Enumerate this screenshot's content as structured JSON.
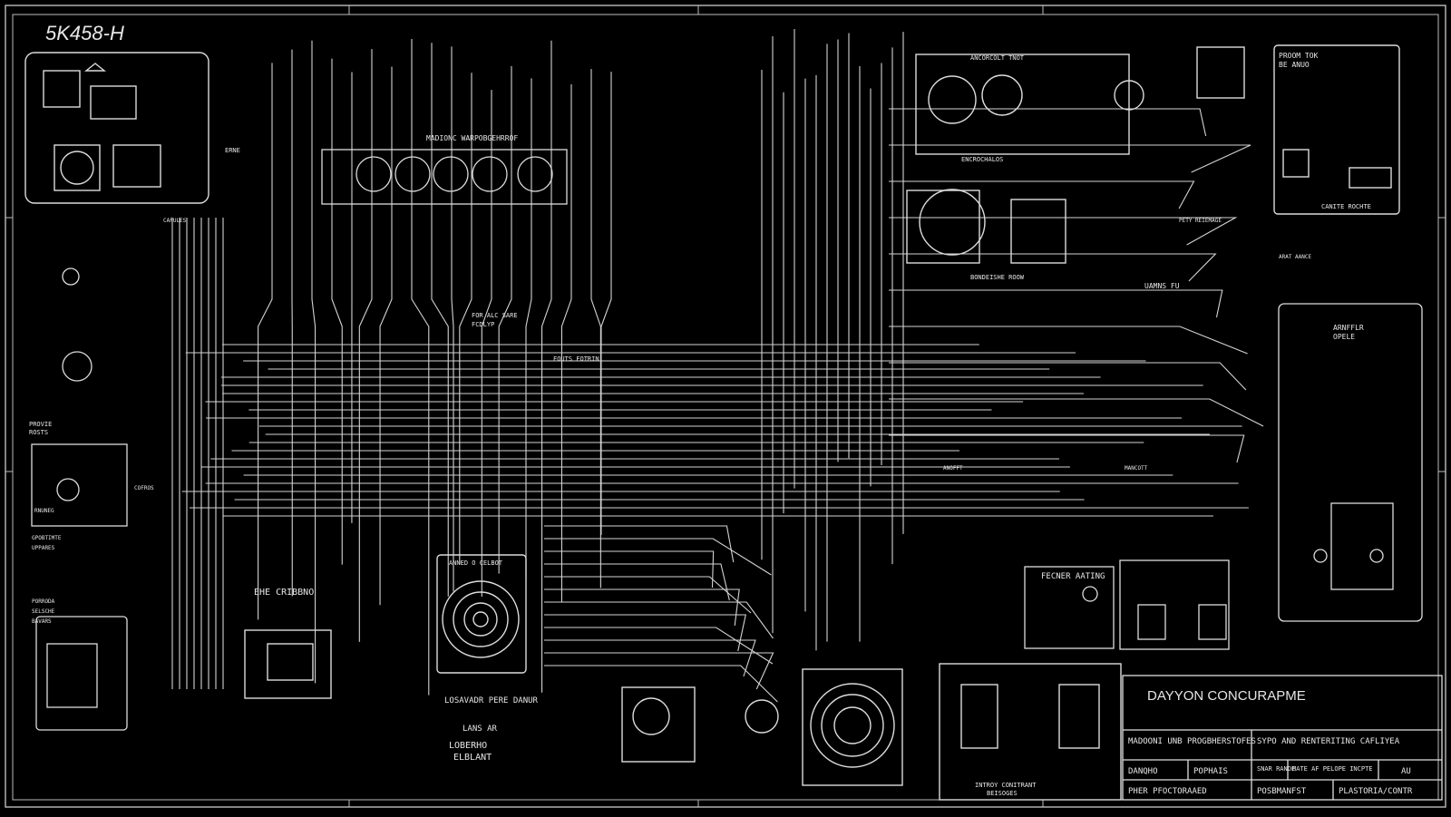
{
  "drawing": {
    "sheet_id": "5K458-H",
    "title_block": {
      "title": "DAYYON CONCURAPME",
      "rows": [
        [
          "MADOONI UNB PROGBHERSTOFES",
          "SYPO AND RENTERITING CAFLIYEA"
        ],
        [
          "DANQHO",
          "POPHAIS",
          "SNAR RANDE",
          "MATE AF PELOPE INCPTE",
          "AU"
        ],
        [
          "PHER PFOCTORAAED",
          "POSBMANFST",
          "PLASTORIA/CONTR"
        ]
      ]
    },
    "labels": {
      "relay_block": "MADIONC WARPOBGEHRROF",
      "top_center_notes": [
        "ANCORCOLT TNOT",
        "ENCROCHALOS",
        "BONDEISHE ROOW"
      ],
      "grid_a": "ANNED O CELBOT",
      "mid_small": [
        "FOR ALC SARE",
        "FCDLYP",
        "FOUTS FOTRIN"
      ],
      "mid_left_a": "EHE CRIBBNO",
      "bottom_center": [
        "LOSAVADR PERE DANUR",
        "LANS AR",
        "LOBERHO",
        "ELBLANT"
      ],
      "bottom_right_caption": [
        "INTROY CONITRANT",
        "BEISOGES"
      ],
      "right_meter": "FECNER AATING",
      "right_top_box": [
        "PROOM TOK",
        "BE ANUO"
      ],
      "right_top_box_caption": "CANITE ROCHTE",
      "right_mid_box": [
        "ARNFFLR",
        "OPELE"
      ],
      "mid_right_labels": [
        "UAMNS FU",
        "PETY REIEMAGE",
        "ARAT AANCE",
        "MANCOTT",
        "ANOFFT"
      ],
      "small_left_label": "ERNE",
      "left_box_labels": [
        "RNUNEG",
        "COFROS",
        "CAPULES"
      ],
      "left_bottom_labels": [
        "GPOBTIMTE",
        "UPPARES",
        "PORRODA",
        "SELSCHE",
        "BAVARS"
      ],
      "left_panel_label": [
        "PROVIE",
        "ROSTS"
      ]
    },
    "colors": {
      "background": "#000000",
      "line": "#d8d8d8",
      "text": "#e6e6e6"
    }
  }
}
